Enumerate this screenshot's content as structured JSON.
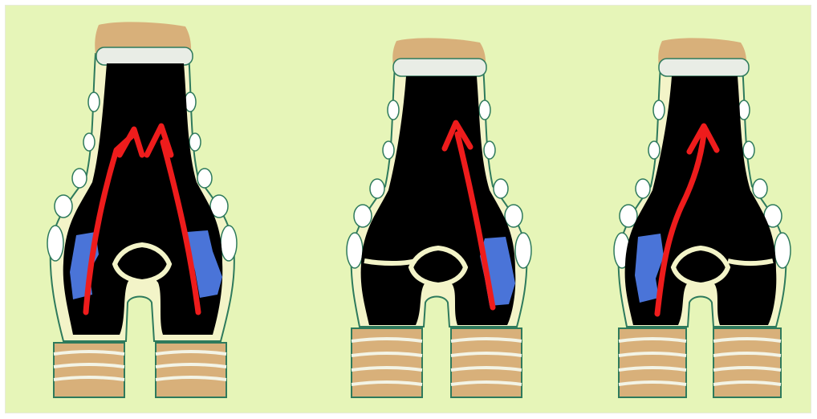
{
  "figure": {
    "panels": [
      {
        "id": "left",
        "flow": "two-airways-merging"
      },
      {
        "id": "center",
        "flow": "single-airway-right"
      },
      {
        "id": "right",
        "flow": "single-airway-left"
      }
    ]
  },
  "colors": {
    "background": "#e6f5b8",
    "airway": "#000000",
    "arrow": "#ee1c1c",
    "tissue": "#f3f4c8",
    "cartilage_outline": "#2e7a5c",
    "nodule": "#ffffff",
    "obstruction": "#4a74d8",
    "tan": "#d8b07a",
    "pale_band": "#e9ede6"
  },
  "icons": [
    "airway-shape",
    "red-arrow",
    "blue-obstruction",
    "cartilage-rings"
  ]
}
